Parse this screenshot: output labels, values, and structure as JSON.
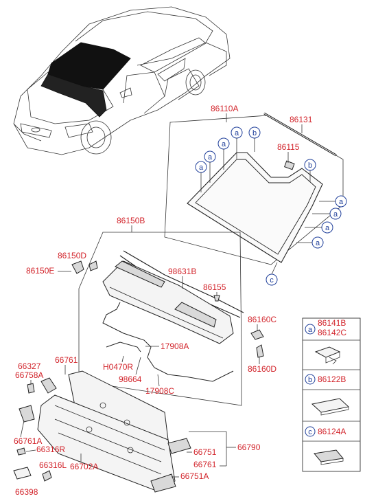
{
  "diagram": {
    "colors": {
      "part_number": "#d2232a",
      "callout": "#1f3f9a",
      "line": "#333333",
      "glass": "#111111"
    },
    "labels": {
      "windshield_assy": "86110A",
      "windshield_moulding": "86131",
      "windshield_stopper": "86115",
      "cowl_cover_assy": "86150B",
      "cowl_bracket_d": "86150D",
      "cowl_bracket_e": "86150E",
      "seal_98631b": "98631B",
      "cap_86155": "86155",
      "hose_17908a": "17908A",
      "h0470r": "H0470R",
      "nozzle_98664": "98664",
      "hose_17908c": "17908C",
      "side_cover_c": "86160C",
      "side_cover_d": "86160D",
      "p66327": "66327",
      "p66758a": "66758A",
      "p66761_top": "66761",
      "p66761a": "66761A",
      "p66316r": "66316R",
      "p66316l": "66316L",
      "p66702a": "66702A",
      "p66398": "66398",
      "p66751": "66751",
      "p66761_bottom": "66761",
      "p66790": "66790",
      "p66751a": "66751A"
    },
    "callouts": {
      "a": "a",
      "b": "b",
      "c": "c"
    },
    "legend": [
      {
        "letter": "a",
        "line1": "86141B",
        "line2": "86142C"
      },
      {
        "letter": "b",
        "line1": "86122B",
        "line2": ""
      },
      {
        "letter": "c",
        "line1": "86124A",
        "line2": ""
      }
    ]
  }
}
